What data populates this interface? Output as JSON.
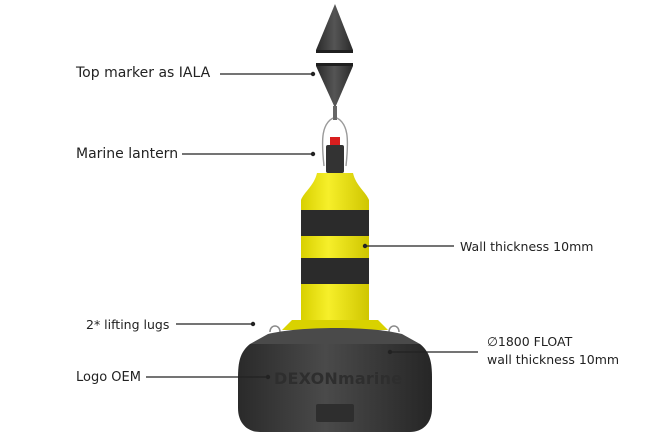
{
  "callouts": {
    "top_marker": "Top marker as IALA",
    "lantern": "Marine lantern",
    "wall_thickness": "Wall thickness 10mm",
    "lifting_lugs": "2* lifting lugs",
    "float_line1": "∅1800 FLOAT",
    "float_line2": "wall thickness 10mm",
    "logo": "Logo OEM"
  },
  "buoy": {
    "logo_text": "DEXONmarine"
  },
  "colors": {
    "buoy_yellow": "#f2ea1a",
    "buoy_band": "#2b2b2b",
    "float_body": "#3a3a3a",
    "marker": "#3b3b3b",
    "lantern_light": "#d81e1e",
    "leader_line": "#222222"
  }
}
